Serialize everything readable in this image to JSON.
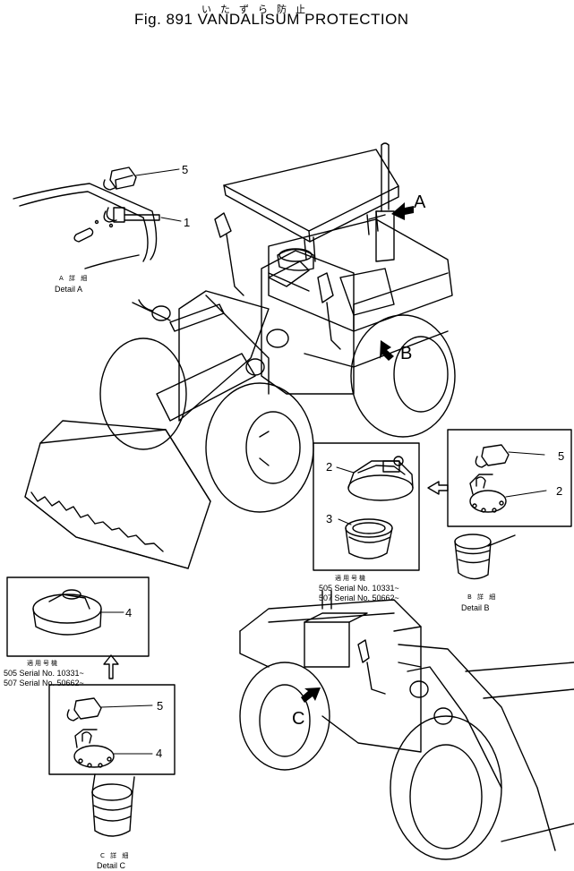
{
  "header": {
    "title_jp": "いたずら防止",
    "title": "Fig. 891  VANDALISUM  PROTECTION"
  },
  "callouts": {
    "n5_top": "5",
    "n1": "1",
    "n2_b": "2",
    "n5_b": "5",
    "n2_c": "2",
    "n3": "3",
    "n4_box": "4",
    "n5_c": "5",
    "n4_c": "4"
  },
  "arrows": {
    "a": "A",
    "b": "B",
    "c": "C"
  },
  "details": {
    "a_jp": "A 詳 細",
    "a_en": "Detail  A",
    "b_jp": "B 詳 細",
    "b_en": "Detail  B",
    "c_jp": "C 詳 細",
    "c_en": "Detail  C"
  },
  "serials_center": {
    "heading_jp": "適用号機",
    "line1": "505  Serial No. 10331~",
    "line2": "507  Serial No. 50662~"
  },
  "serials_left": {
    "heading_jp": "適用号機",
    "line1": "505  Serial No. 10331~",
    "line2": "507  Serial No. 50662~"
  }
}
